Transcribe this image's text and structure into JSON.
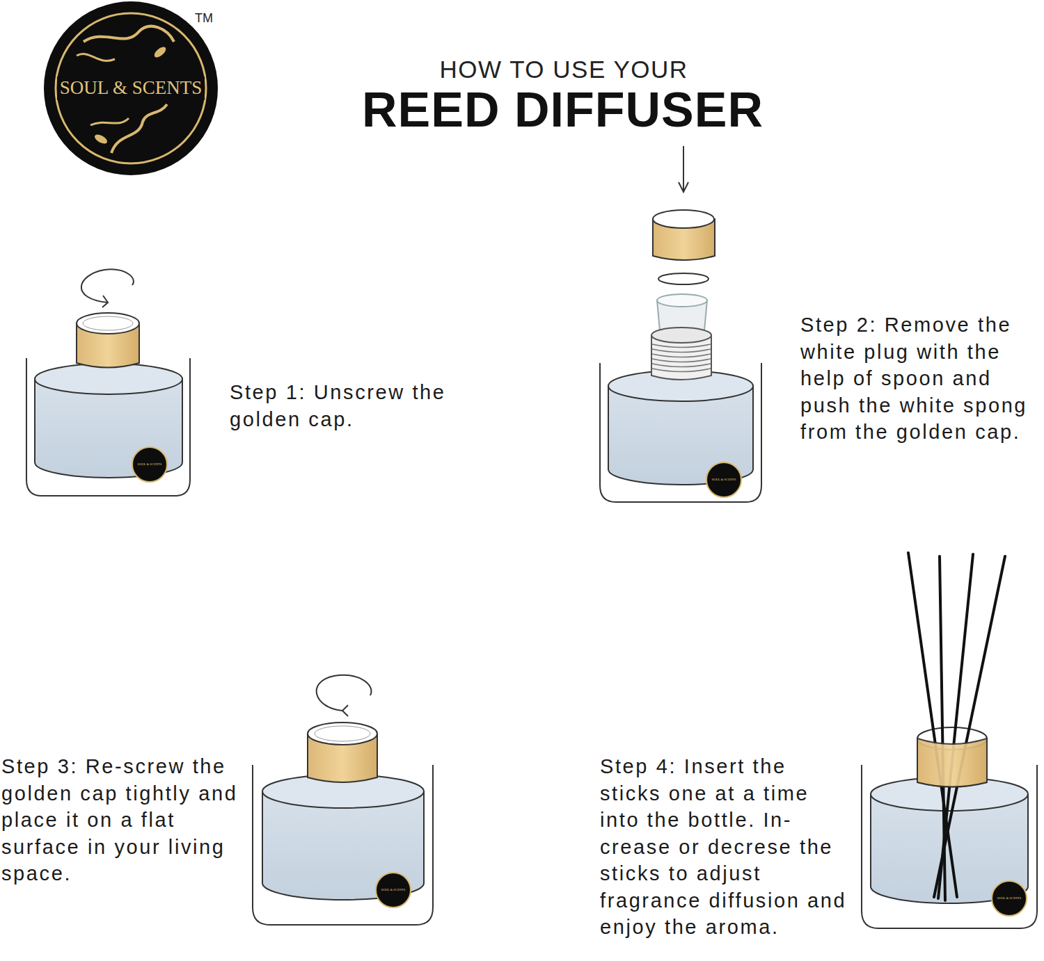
{
  "diagram": {
    "title": "REED DIFFUSER",
    "nodes": [
      {
        "text": [
          "SOUL & SCENTS"
        ]
      },
      {
        "text": [
          "SOUL & SCENTS"
        ]
      },
      {
        "text": [
          "SOUL & SCENTS"
        ]
      },
      {
        "text": [
          "SOUL & SCENTS"
        ]
      },
      {
        "text": [
          "SOUL & SCENTS"
        ]
      }
    ],
    "labels": [
      "TM",
      "HOW TO USE YOUR",
      "Step 1: Unscrew the golden cap.",
      "Step 2: Remove the white plug with the help of spoon and push the white spong from the golden cap.",
      "Step 3: Re-screw the golden cap tightly and place it on a flat surface in your living space.",
      "Step 4: Insert the sticks one at a time into the bottle. In-crease or decrese the sticks to adjust fragrance diffusion and enjoy the aroma."
    ]
  }
}
